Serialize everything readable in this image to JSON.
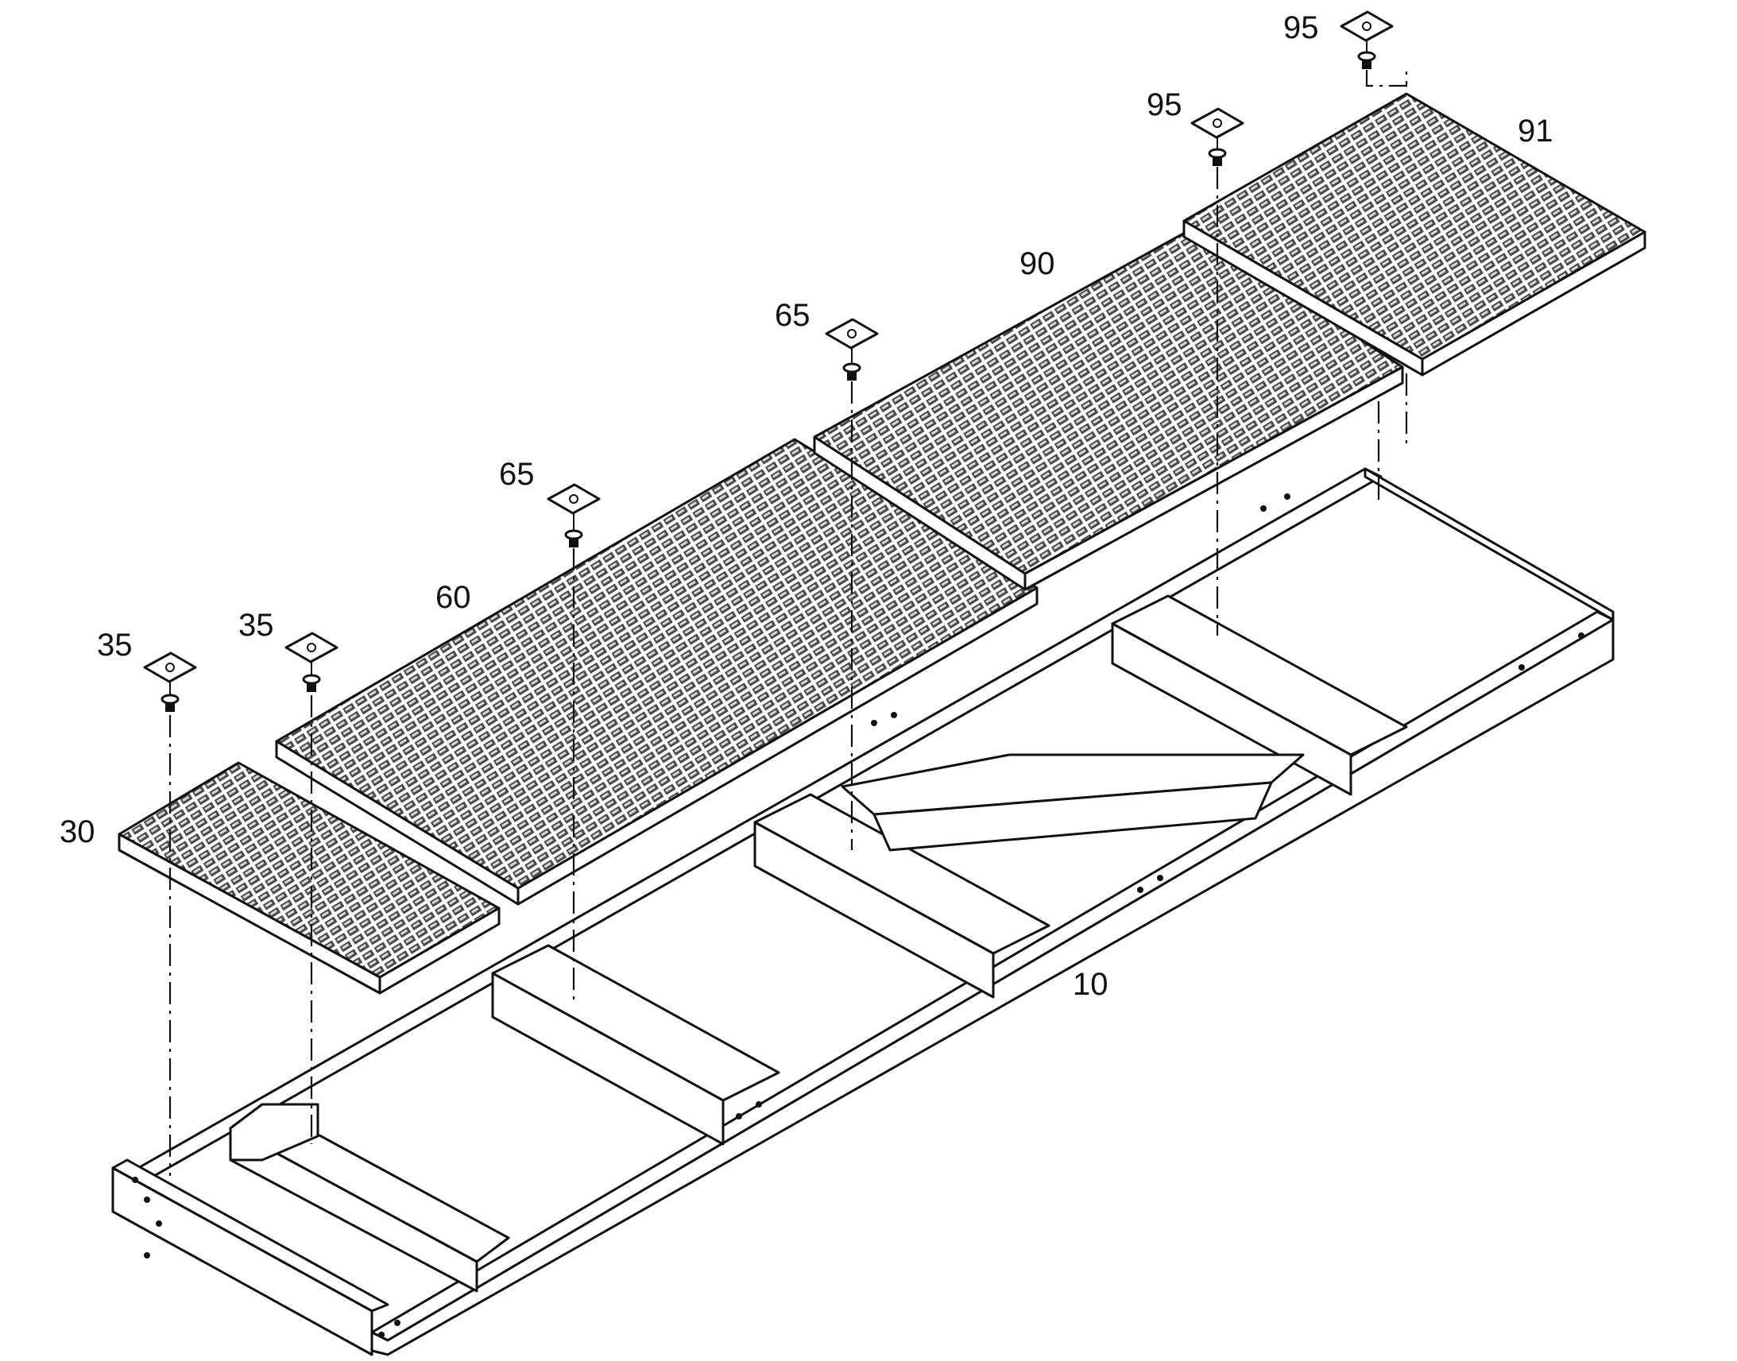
{
  "figure": {
    "callouts": [
      {
        "id": "frame",
        "text": "10"
      },
      {
        "id": "grate-left",
        "text": "30"
      },
      {
        "id": "bolt-35-a",
        "text": "35"
      },
      {
        "id": "bolt-35-b",
        "text": "35"
      },
      {
        "id": "grate-middle-long",
        "text": "60"
      },
      {
        "id": "bolt-65-a",
        "text": "65"
      },
      {
        "id": "bolt-65-b",
        "text": "65"
      },
      {
        "id": "grate-middle",
        "text": "90"
      },
      {
        "id": "grate-right",
        "text": "91"
      },
      {
        "id": "bolt-95-a",
        "text": "95"
      },
      {
        "id": "bolt-95-b",
        "text": "95"
      }
    ]
  },
  "colors": {
    "line": "#111111",
    "background": "#ffffff",
    "grating_hatch": "#555555"
  }
}
